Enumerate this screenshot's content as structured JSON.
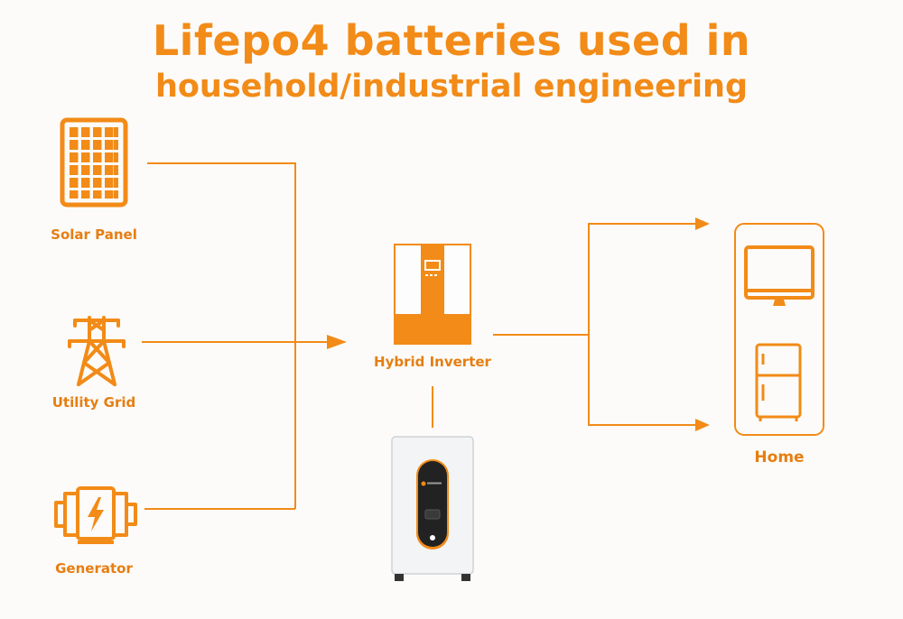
{
  "title": {
    "line1": "Lifepo4 batteries used in",
    "line2": "household/industrial engineering"
  },
  "sources": [
    {
      "label": "Solar Panel",
      "icon": "solar-panel-icon"
    },
    {
      "label": "Utility Grid",
      "icon": "transmission-tower-icon"
    },
    {
      "label": "Generator",
      "icon": "generator-icon"
    }
  ],
  "inverter": {
    "label": "Hybrid Inverter",
    "icon": "hybrid-inverter-device"
  },
  "battery": {
    "icon": "lifepo4-battery-device"
  },
  "home": {
    "label": "Home",
    "icons": [
      "monitor-icon",
      "refrigerator-icon"
    ]
  },
  "colors": {
    "accent": "#f28b17",
    "background": "#fcfbf9",
    "battery_body": "#f2f3f4",
    "battery_panel": "#222222"
  }
}
